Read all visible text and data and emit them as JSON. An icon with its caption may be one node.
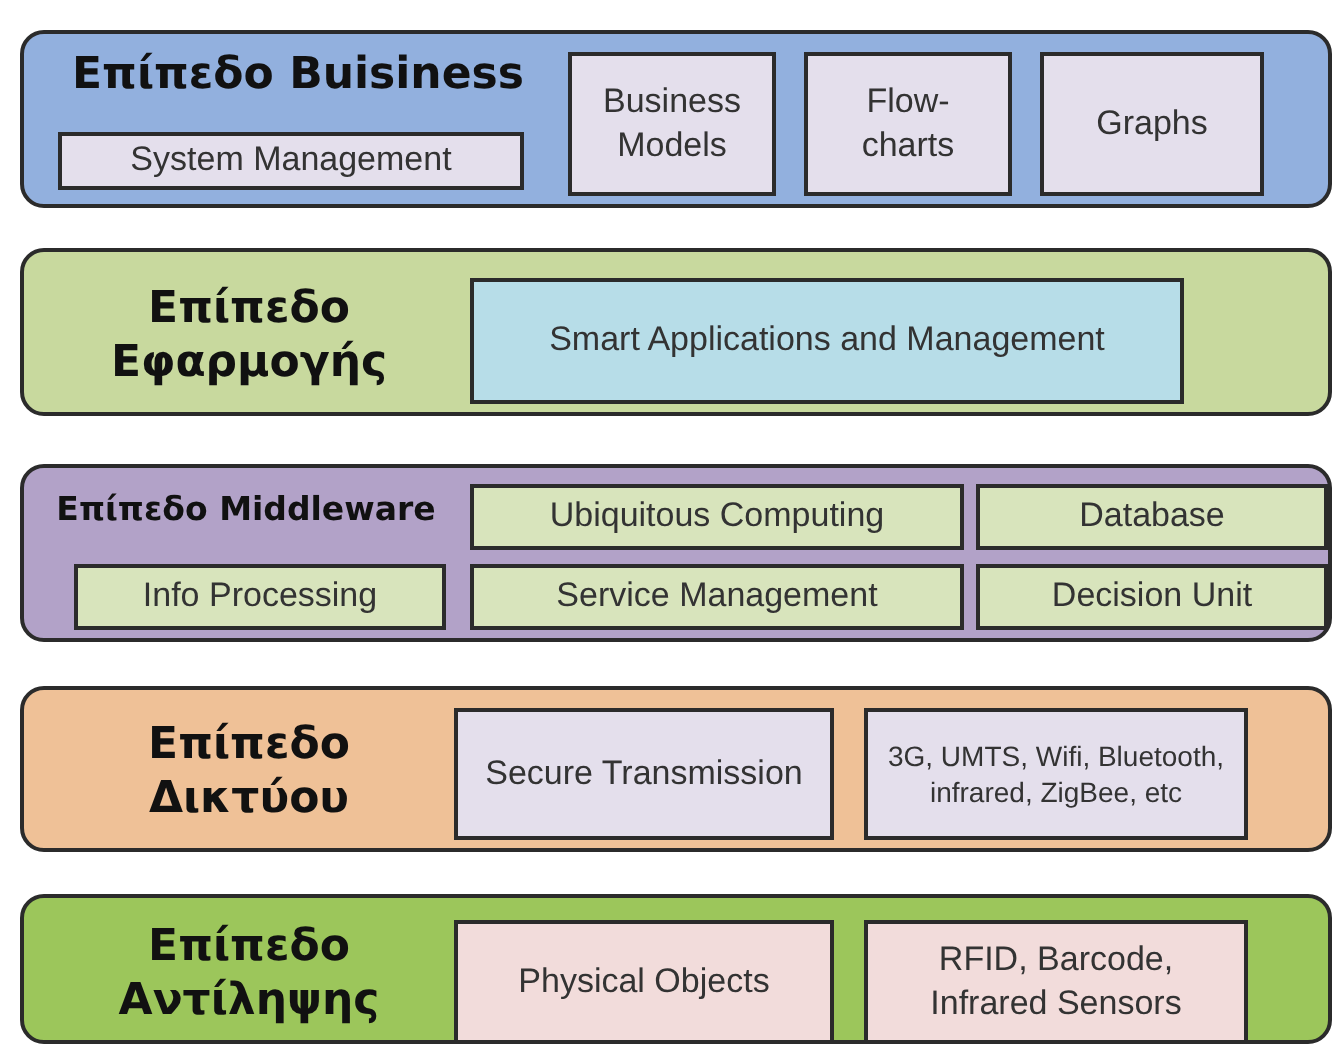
{
  "diagram": {
    "nodes": [
      {
        "text": [
          "Επίπεδο Buisiness"
        ]
      },
      {
        "text": [
          "System Management"
        ],
        "in": 0
      },
      {
        "text": [
          "Business Models"
        ],
        "in": 0
      },
      {
        "text": [
          "Flow- charts"
        ],
        "in": 0
      },
      {
        "text": [
          "Graphs"
        ],
        "in": 0
      },
      {
        "text": [
          "Επίπεδο Εφαρμογής"
        ]
      },
      {
        "text": [
          "Smart Applications and Management"
        ],
        "in": 5
      },
      {
        "text": [
          "Επίπεδο Middleware"
        ]
      },
      {
        "text": [
          "Ubiquitous Computing"
        ],
        "in": 7
      },
      {
        "text": [
          "Database"
        ],
        "in": 7
      },
      {
        "text": [
          "Info Processing"
        ],
        "in": 7
      },
      {
        "text": [
          "Service Management"
        ],
        "in": 7
      },
      {
        "text": [
          "Decision Unit"
        ],
        "in": 7
      },
      {
        "text": [
          "Επίπεδο Δικτύου"
        ]
      },
      {
        "text": [
          "Secure Transmission"
        ],
        "in": 13
      },
      {
        "text": [
          "3G, UMTS, Wifi, Bluetooth, infrared, ZigBee, etc"
        ],
        "in": 13
      },
      {
        "text": [
          "Επίπεδο Αντίληψης"
        ]
      },
      {
        "text": [
          "Physical Objects"
        ],
        "in": 16
      },
      {
        "text": [
          "RFID, Barcode, Infrared Sensors"
        ],
        "in": 16
      }
    ]
  }
}
